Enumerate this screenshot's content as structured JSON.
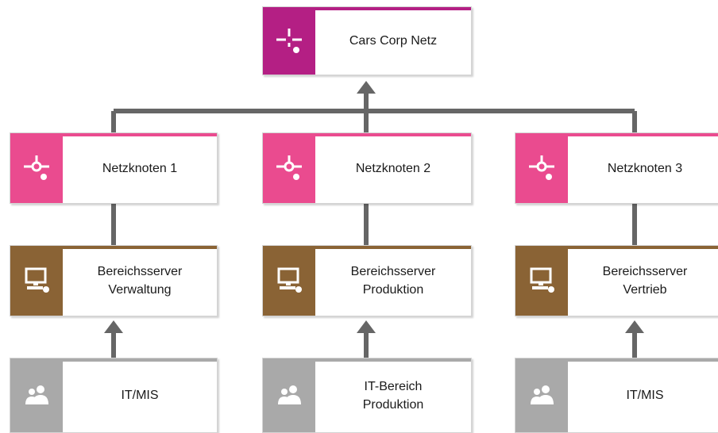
{
  "colors": {
    "network_main": "#b41f84",
    "network_node": "#ea4b8f",
    "server": "#8a6335",
    "org_unit": "#a9a9a9",
    "connector": "#666666"
  },
  "nodes": {
    "top": {
      "label": "Cars Corp Netz",
      "icon": "network-icon"
    },
    "knoten": [
      {
        "label": "Netzknoten 1",
        "icon": "network-icon"
      },
      {
        "label": "Netzknoten 2",
        "icon": "network-icon"
      },
      {
        "label": "Netzknoten 3",
        "icon": "network-icon"
      }
    ],
    "server": [
      {
        "label": "Bereichsserver\nVerwaltung",
        "icon": "computer-icon"
      },
      {
        "label": "Bereichsserver\nProduktion",
        "icon": "computer-icon"
      },
      {
        "label": "Bereichsserver\nVertrieb",
        "icon": "computer-icon"
      }
    ],
    "org": [
      {
        "label": "IT/MIS",
        "icon": "people-icon"
      },
      {
        "label": "IT-Bereich\nProduktion",
        "icon": "people-icon"
      },
      {
        "label": "IT/MIS",
        "icon": "people-icon"
      }
    ]
  }
}
